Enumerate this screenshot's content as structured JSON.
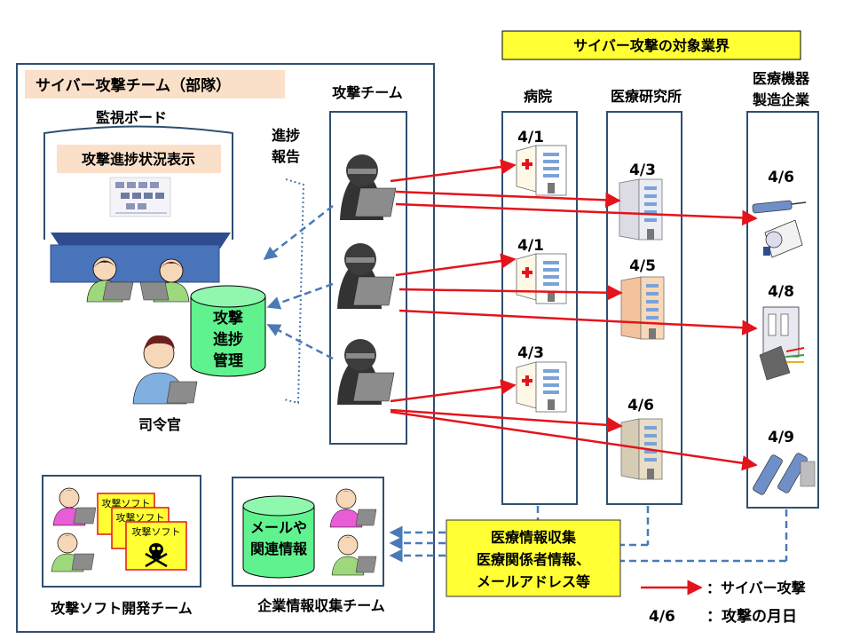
{
  "header": {
    "title": "サイバー攻撃の対象業界"
  },
  "team": {
    "title": "サイバー攻撃チーム（部隊）",
    "monitor_label": "監視ボード",
    "monitor_display": "攻撃進捗状況表示",
    "db_label": [
      "攻撃",
      "進捗",
      "管理"
    ],
    "commander_label": "司令官",
    "progress_report": [
      "進捗",
      "報告"
    ],
    "attack_team_label": "攻撃チーム",
    "softdev_label": "攻撃ソフト開発チーム",
    "softdev_files": [
      "攻撃ソフト",
      "攻撃ソフト",
      "攻撃ソフト"
    ],
    "intel_label": "企業情報収集チーム",
    "intel_db": [
      "メールや",
      "関連情報"
    ]
  },
  "targets": {
    "hospital": {
      "label": "病院",
      "dates": [
        "4/1",
        "4/1",
        "4/3"
      ]
    },
    "research": {
      "label": "医療研究所",
      "dates": [
        "4/3",
        "4/5",
        "4/6"
      ]
    },
    "device": {
      "label": [
        "医療機器",
        "製造企業"
      ],
      "dates": [
        "4/6",
        "4/8",
        "4/9"
      ]
    }
  },
  "info_box": {
    "lines": [
      "医療情報収集",
      "医療関係者情報、",
      "メールアドレス等"
    ]
  },
  "legend": {
    "attack_label": "：サイバー攻撃",
    "date_example": "4/6",
    "date_label": "：攻撃の月日"
  },
  "colors": {
    "frame": "#2f4f6f",
    "arrow": "#e3141b",
    "dashed": "#4a7ab5",
    "db_fill": "#5ff28f",
    "title_bg": "#fbe0c9",
    "header_bg": "#ffff33",
    "info_bg": "#ffff33"
  }
}
